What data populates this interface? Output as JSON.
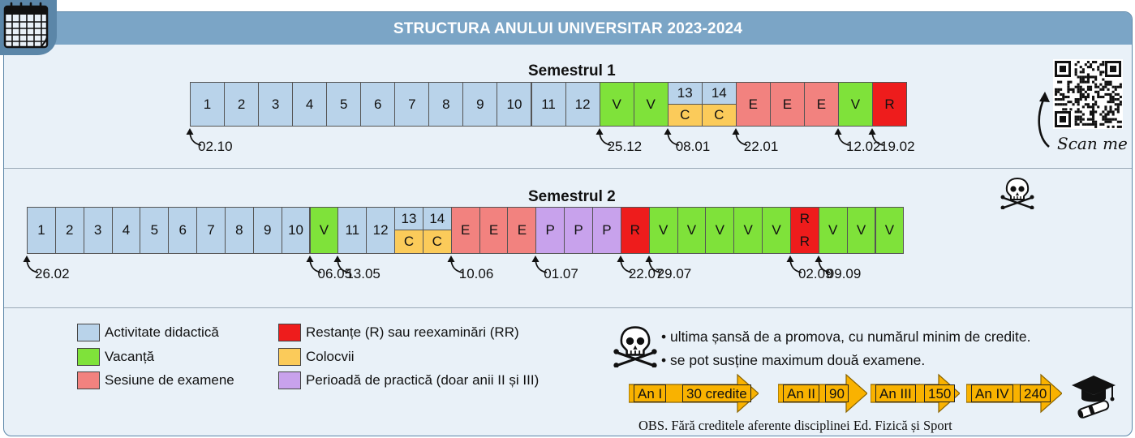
{
  "title": "STRUCTURA ANULUI UNIVERSITAR 2023-2024",
  "colors": {
    "didactic": "#b9d3ea",
    "vacation": "#7fe23a",
    "exam": "#f2827f",
    "colloquium": "#fbcb5a",
    "retake": "#ee1c1c",
    "practice": "#c8a2ec",
    "header": "#7ba5c6"
  },
  "semester1": {
    "title": "Semestrul 1",
    "cells": [
      {
        "type": "didactic",
        "label": "1"
      },
      {
        "type": "didactic",
        "label": "2"
      },
      {
        "type": "didactic",
        "label": "3"
      },
      {
        "type": "didactic",
        "label": "4"
      },
      {
        "type": "didactic",
        "label": "5"
      },
      {
        "type": "didactic",
        "label": "6"
      },
      {
        "type": "didactic",
        "label": "7"
      },
      {
        "type": "didactic",
        "label": "8"
      },
      {
        "type": "didactic",
        "label": "9"
      },
      {
        "type": "didactic",
        "label": "10"
      },
      {
        "type": "didactic",
        "label": "11"
      },
      {
        "type": "didactic",
        "label": "12"
      },
      {
        "type": "vacation",
        "label": "V"
      },
      {
        "type": "vacation",
        "label": "V"
      },
      {
        "type": "colloquium",
        "label": "13",
        "sub": "C"
      },
      {
        "type": "colloquium",
        "label": "14",
        "sub": "C"
      },
      {
        "type": "exam",
        "label": "E"
      },
      {
        "type": "exam",
        "label": "E"
      },
      {
        "type": "exam",
        "label": "E"
      },
      {
        "type": "vacation",
        "label": "V"
      },
      {
        "type": "retake",
        "label": "R"
      }
    ],
    "dates": [
      {
        "text": "02.10",
        "at": 0
      },
      {
        "text": "25.12",
        "at": 12
      },
      {
        "text": "08.01",
        "at": 14
      },
      {
        "text": "22.01",
        "at": 16
      },
      {
        "text": "12.02",
        "at": 19
      },
      {
        "text": "19.02",
        "at": 20
      }
    ]
  },
  "semester2": {
    "title": "Semestrul 2",
    "cells": [
      {
        "type": "didactic",
        "label": "1"
      },
      {
        "type": "didactic",
        "label": "2"
      },
      {
        "type": "didactic",
        "label": "3"
      },
      {
        "type": "didactic",
        "label": "4"
      },
      {
        "type": "didactic",
        "label": "5"
      },
      {
        "type": "didactic",
        "label": "6"
      },
      {
        "type": "didactic",
        "label": "7"
      },
      {
        "type": "didactic",
        "label": "8"
      },
      {
        "type": "didactic",
        "label": "9"
      },
      {
        "type": "didactic",
        "label": "10"
      },
      {
        "type": "vacation",
        "label": "V"
      },
      {
        "type": "didactic",
        "label": "11"
      },
      {
        "type": "didactic",
        "label": "12"
      },
      {
        "type": "colloquium",
        "label": "13",
        "sub": "C"
      },
      {
        "type": "colloquium",
        "label": "14",
        "sub": "C"
      },
      {
        "type": "exam",
        "label": "E"
      },
      {
        "type": "exam",
        "label": "E"
      },
      {
        "type": "exam",
        "label": "E"
      },
      {
        "type": "practice",
        "label": "P"
      },
      {
        "type": "practice",
        "label": "P"
      },
      {
        "type": "practice",
        "label": "P"
      },
      {
        "type": "retake",
        "label": "R"
      },
      {
        "type": "vacation",
        "label": "V"
      },
      {
        "type": "vacation",
        "label": "V"
      },
      {
        "type": "vacation",
        "label": "V"
      },
      {
        "type": "vacation",
        "label": "V"
      },
      {
        "type": "vacation",
        "label": "V"
      },
      {
        "type": "reexam",
        "label": "R",
        "sub": "R"
      },
      {
        "type": "vacation",
        "label": "V"
      },
      {
        "type": "vacation",
        "label": "V"
      },
      {
        "type": "vacation",
        "label": "V"
      }
    ],
    "dates": [
      {
        "text": "26.02",
        "at": 0
      },
      {
        "text": "06.05",
        "at": 10
      },
      {
        "text": "13.05",
        "at": 11
      },
      {
        "text": "10.06",
        "at": 15
      },
      {
        "text": "01.07",
        "at": 18
      },
      {
        "text": "22.07",
        "at": 21
      },
      {
        "text": "29.07",
        "at": 22
      },
      {
        "text": "02.09",
        "at": 27
      },
      {
        "text": "09.09",
        "at": 28
      }
    ]
  },
  "legend": [
    {
      "type": "didactic",
      "label": "Activitate didactică"
    },
    {
      "type": "vacation",
      "label": "Vacanță"
    },
    {
      "type": "exam",
      "label": "Sesiune de examene"
    },
    {
      "type": "retake",
      "label": "Restanțe (R) sau reexaminări (RR)"
    },
    {
      "type": "colloquium",
      "label": "Colocvii"
    },
    {
      "type": "practice",
      "label": "Perioadă de practică (doar anii II și III)"
    }
  ],
  "notes": [
    "• ultima șansă de a promova, cu numărul minim de credite.",
    "• se pot susține maximum două examene."
  ],
  "credits": [
    {
      "year": "An I",
      "credits": "30 credite"
    },
    {
      "year": "An II",
      "credits": "90"
    },
    {
      "year": "An III",
      "credits": "150"
    },
    {
      "year": "An IV",
      "credits": "240"
    }
  ],
  "obs": "OBS. Fără creditele aferente disciplinei Ed. Fizică și Sport",
  "qr": {
    "caption": "Scan me"
  },
  "icons": {
    "calendar": "calendar-icon",
    "skull": "skull-crossbones-icon",
    "graduation": "graduation-cap-icon",
    "qr": "qr-code-icon"
  }
}
